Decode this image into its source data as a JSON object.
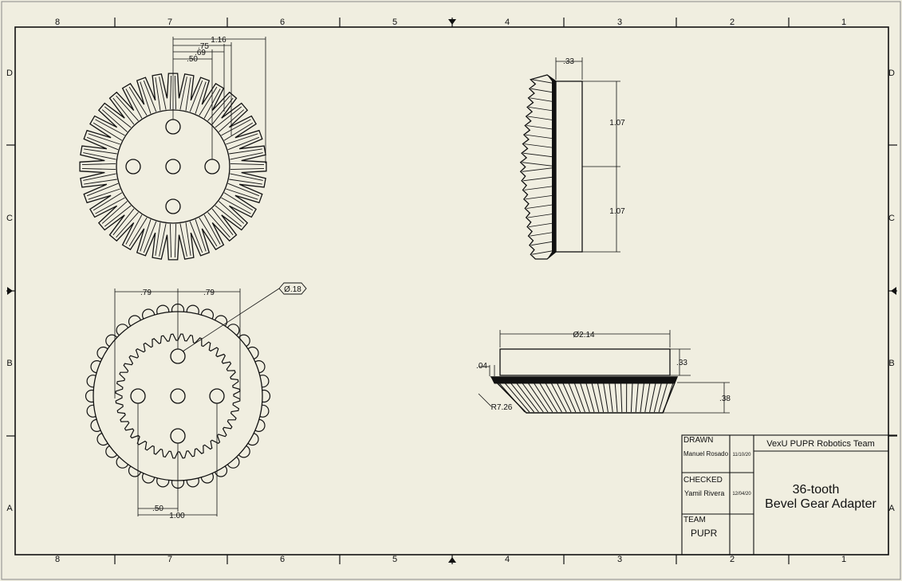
{
  "sheet": {
    "background": "#f0eee0",
    "line_color": "#111111",
    "column_labels": [
      "8",
      "7",
      "6",
      "5",
      "4",
      "3",
      "2",
      "1"
    ],
    "row_labels": [
      "D",
      "C",
      "B",
      "A"
    ]
  },
  "views": {
    "front": {
      "dims": {
        "d1": "1.16",
        "d2": ".75",
        "d3": ".69",
        "d4": ".50"
      }
    },
    "side": {
      "dims": {
        "width": ".33",
        "upper": "1.07",
        "lower": "1.07"
      }
    },
    "bottom": {
      "dims": {
        "left": ".79",
        "right": ".79",
        "hole": "Ø.18",
        "half": ".50",
        "full": "1.00"
      }
    },
    "profile": {
      "dims": {
        "diameter": "Ø2.14",
        "lip": ".04",
        "height_top": ".33",
        "height_teeth": ".38",
        "radius": "R7.26"
      }
    }
  },
  "title_block": {
    "drawn_label": "DRAWN",
    "drawn_name": "Manuel Rosado",
    "drawn_date": "11/10/20",
    "checked_label": "CHECKED",
    "checked_name": "Yamil Rivera",
    "checked_date": "12/04/20",
    "team_label": "TEAM",
    "team_value": "PUPR",
    "company": "VexU PUPR Robotics Team",
    "title_line1": "36-tooth",
    "title_line2": "Bevel Gear Adapter"
  }
}
